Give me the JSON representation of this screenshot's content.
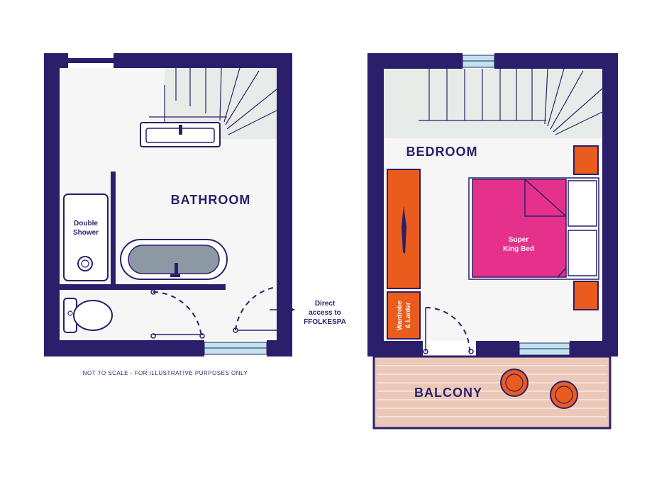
{
  "rooms": {
    "bathroom": "BATHROOM",
    "bedroom": "BEDROOM",
    "balcony": "BALCONY"
  },
  "fixtures": {
    "shower_line1": "Double",
    "shower_line2": "Shower",
    "bed_line1": "Super",
    "bed_line2": "King Bed",
    "wardrobe_line1": "Wardrobe",
    "wardrobe_line2": "& Larder"
  },
  "access_note": {
    "line1": "Direct",
    "line2": "access to",
    "line3": "FFOLKESPA"
  },
  "disclaimer": "NOT TO SCALE - FOR ILLUSTRATIVE PURPOSES ONLY",
  "colors": {
    "wall": "#2b1f6b",
    "floor": "#f6f6f6",
    "stairs": "#e8ece8",
    "window": "#bfe3ec",
    "orange": "#ea5b1e",
    "bed": "#e5318b",
    "balcony": "#ecc8b9",
    "bath_water": "#8c98a3"
  }
}
